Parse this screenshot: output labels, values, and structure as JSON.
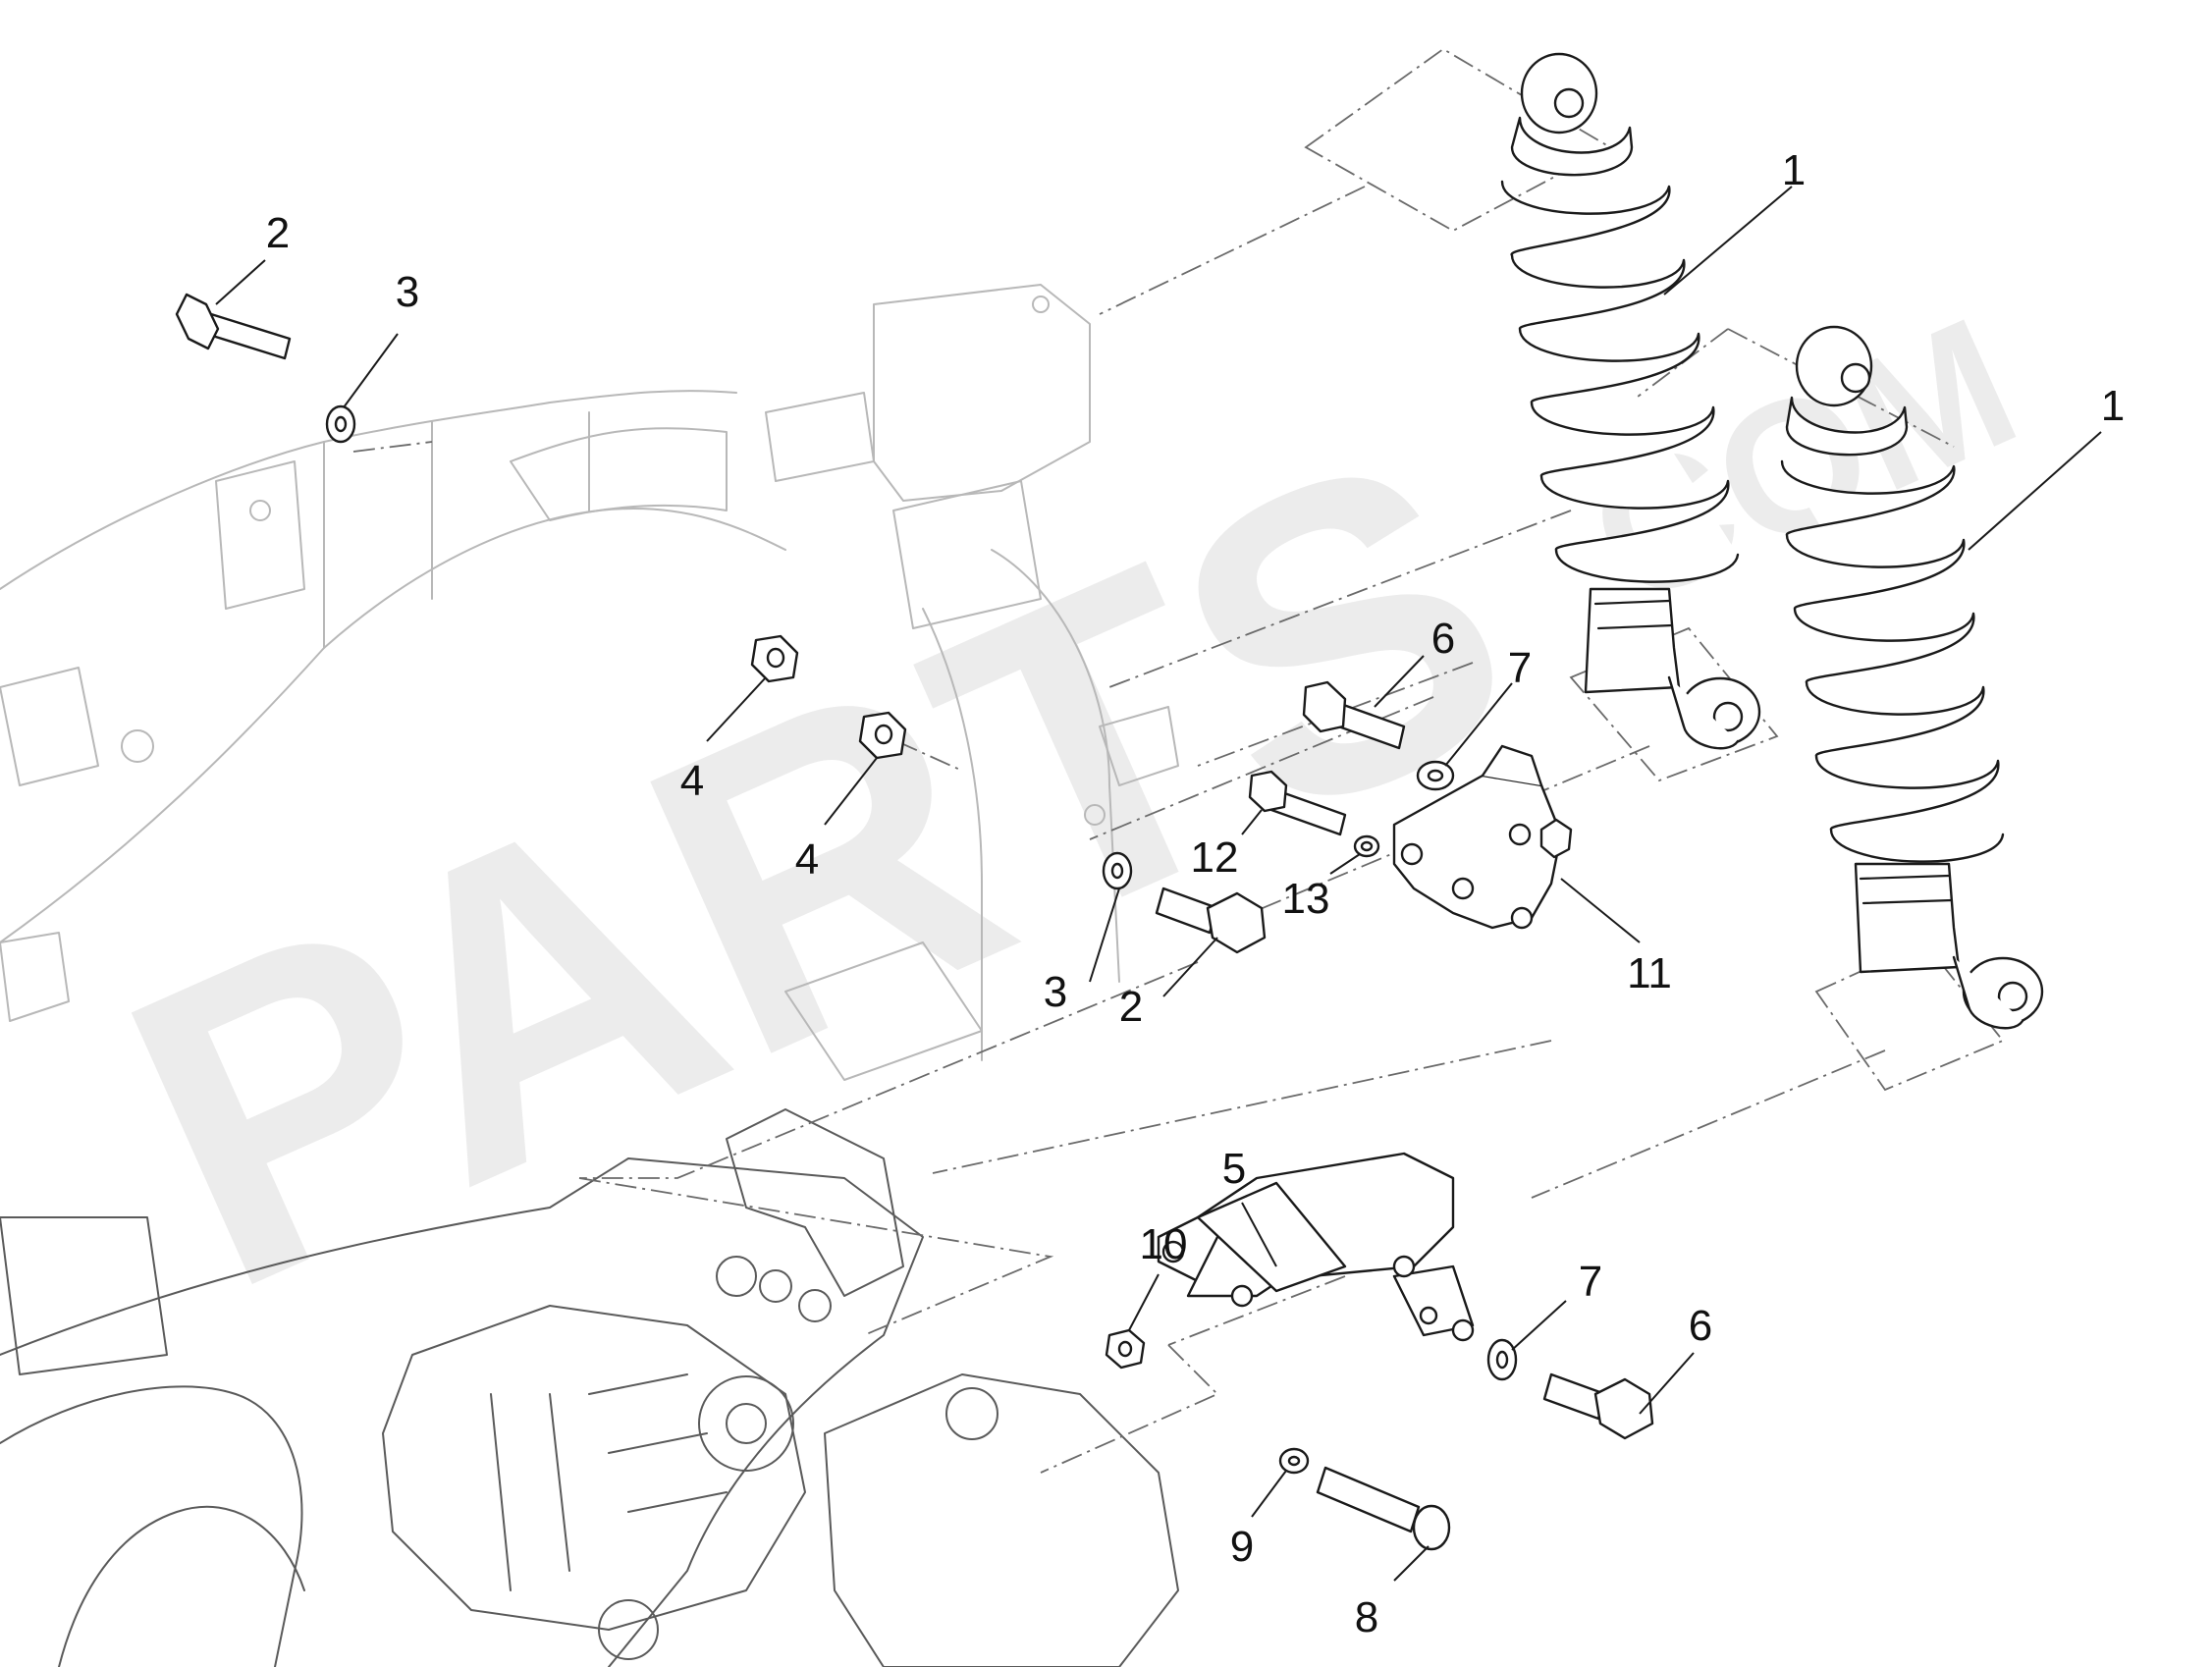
{
  "watermark": {
    "text": "PARTS",
    "suffix": "COM",
    "color": "#ececec"
  },
  "parts": [
    {
      "ref": "1",
      "name": "shock absorber"
    },
    {
      "ref": "2",
      "name": "hex bolt"
    },
    {
      "ref": "3",
      "name": "washer"
    },
    {
      "ref": "4",
      "name": "self-locking nut"
    },
    {
      "ref": "5",
      "name": "lower shock bracket"
    },
    {
      "ref": "6",
      "name": "hex bolt"
    },
    {
      "ref": "7",
      "name": "washer"
    },
    {
      "ref": "8",
      "name": "socket cap screw"
    },
    {
      "ref": "9",
      "name": "washer"
    },
    {
      "ref": "10",
      "name": "nut"
    },
    {
      "ref": "11",
      "name": "upper shock bracket"
    },
    {
      "ref": "12",
      "name": "hex bolt"
    },
    {
      "ref": "13",
      "name": "washer"
    }
  ],
  "callouts": [
    {
      "label": "1"
    },
    {
      "label": "1"
    },
    {
      "label": "2"
    },
    {
      "label": "2"
    },
    {
      "label": "3"
    },
    {
      "label": "3"
    },
    {
      "label": "4"
    },
    {
      "label": "4"
    },
    {
      "label": "5"
    },
    {
      "label": "6"
    },
    {
      "label": "6"
    },
    {
      "label": "7"
    },
    {
      "label": "7"
    },
    {
      "label": "8"
    },
    {
      "label": "9"
    },
    {
      "label": "10"
    },
    {
      "label": "11"
    },
    {
      "label": "12"
    },
    {
      "label": "13"
    }
  ]
}
